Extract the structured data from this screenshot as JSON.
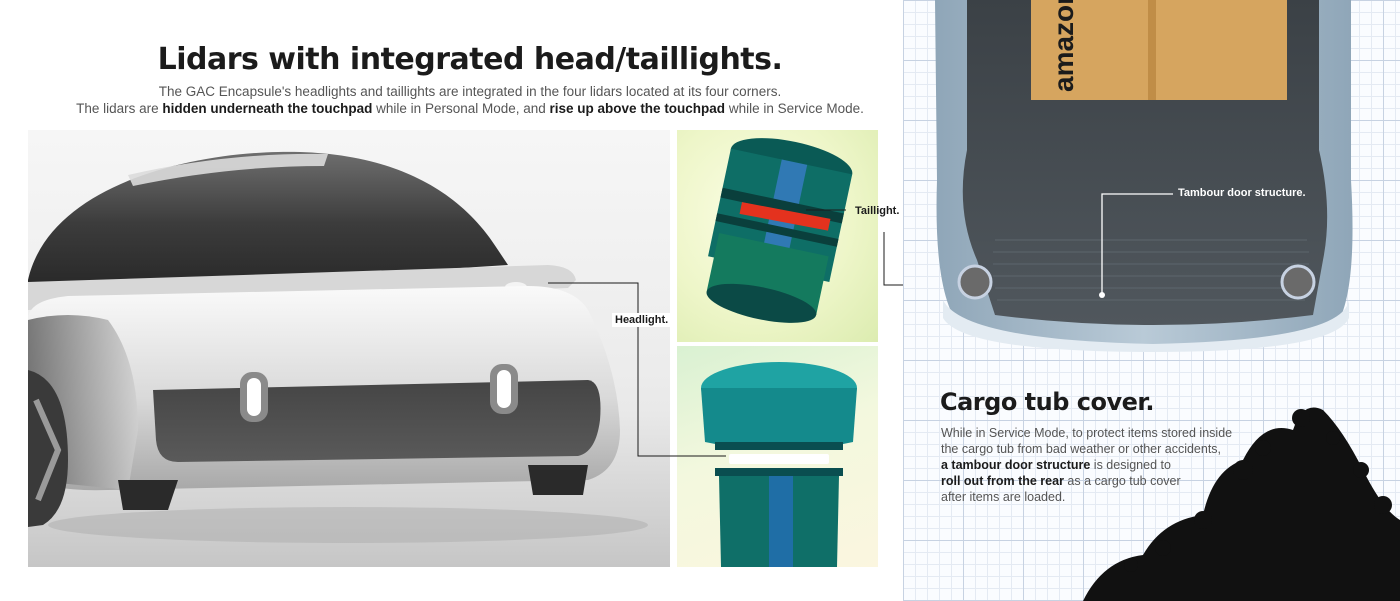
{
  "header": {
    "title": "Lidars with integrated head/taillights.",
    "desc_line1": "The GAC Encapsule's headlights and taillights are integrated in the four lidars located at its four corners.",
    "desc_line2": {
      "part1": "The lidars are ",
      "bold1": "hidden underneath the touchpad",
      "part2": " while in Personal Mode, and ",
      "bold2": "rise up above the touchpad",
      "part3": " while in Service Mode."
    }
  },
  "callouts": {
    "headlight": "Headlight.",
    "taillight": "Taillight.",
    "tambour": "Tambour door structure."
  },
  "package": {
    "brand": "amazon"
  },
  "cargo": {
    "title": "Cargo tub cover.",
    "line1": "While in Service Mode, to protect items stored inside",
    "line2": "the cargo tub from bad weather or other accidents,",
    "line3_bold": "a tambour door structure",
    "line3_rest": " is designed to",
    "line4_bold": "roll out from the rear",
    "line4_rest": " as a cargo tub cover",
    "line5": "after items are loaded."
  },
  "colors": {
    "title_text": "#1b1b1b",
    "body_text": "#555555",
    "grid_line": "#c7d2e2",
    "vehicle_body": "#a9bccb",
    "cargo_tub": "#444a4f",
    "package": "#d6a55f",
    "lidar_teal": "#1fa3a3",
    "taillight_red": "#e4321e",
    "foliage": "#111111"
  }
}
